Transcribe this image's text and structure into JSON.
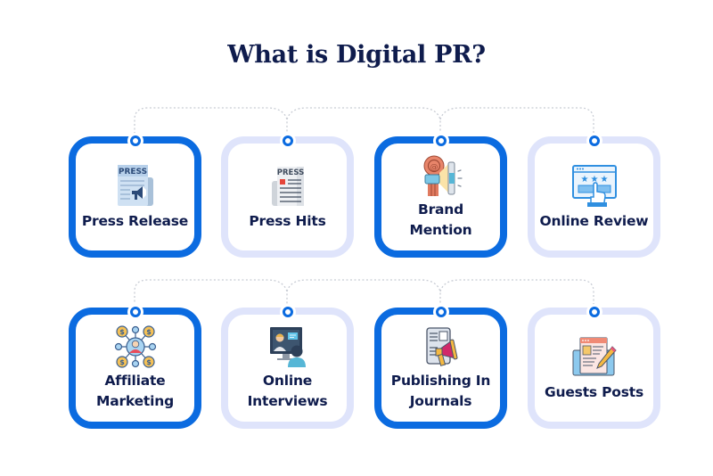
{
  "title": "What is Digital PR?",
  "colors": {
    "title": "#0f1c4d",
    "accent_dark": "#0b6be0",
    "accent_light": "#dfe4fb",
    "connector": "#c8ccd4"
  },
  "rows": [
    {
      "cards": [
        {
          "label": "Press Release",
          "style": "dark",
          "icon": "press-release-icon"
        },
        {
          "label": "Press Hits",
          "style": "light",
          "icon": "press-hits-icon"
        },
        {
          "label": "Brand\nMention",
          "style": "dark",
          "icon": "brand-mention-megaphone-icon"
        },
        {
          "label": "Online Review",
          "style": "light",
          "icon": "online-review-icon"
        }
      ]
    },
    {
      "cards": [
        {
          "label": "Affiliate\nMarketing",
          "style": "dark",
          "icon": "affiliate-network-icon"
        },
        {
          "label": "Online\nInterviews",
          "style": "light",
          "icon": "video-interview-icon"
        },
        {
          "label": "Publishing In\nJournals",
          "style": "dark",
          "icon": "journal-megaphone-icon"
        },
        {
          "label": "Guests Posts",
          "style": "light",
          "icon": "guest-post-icon"
        }
      ]
    }
  ]
}
